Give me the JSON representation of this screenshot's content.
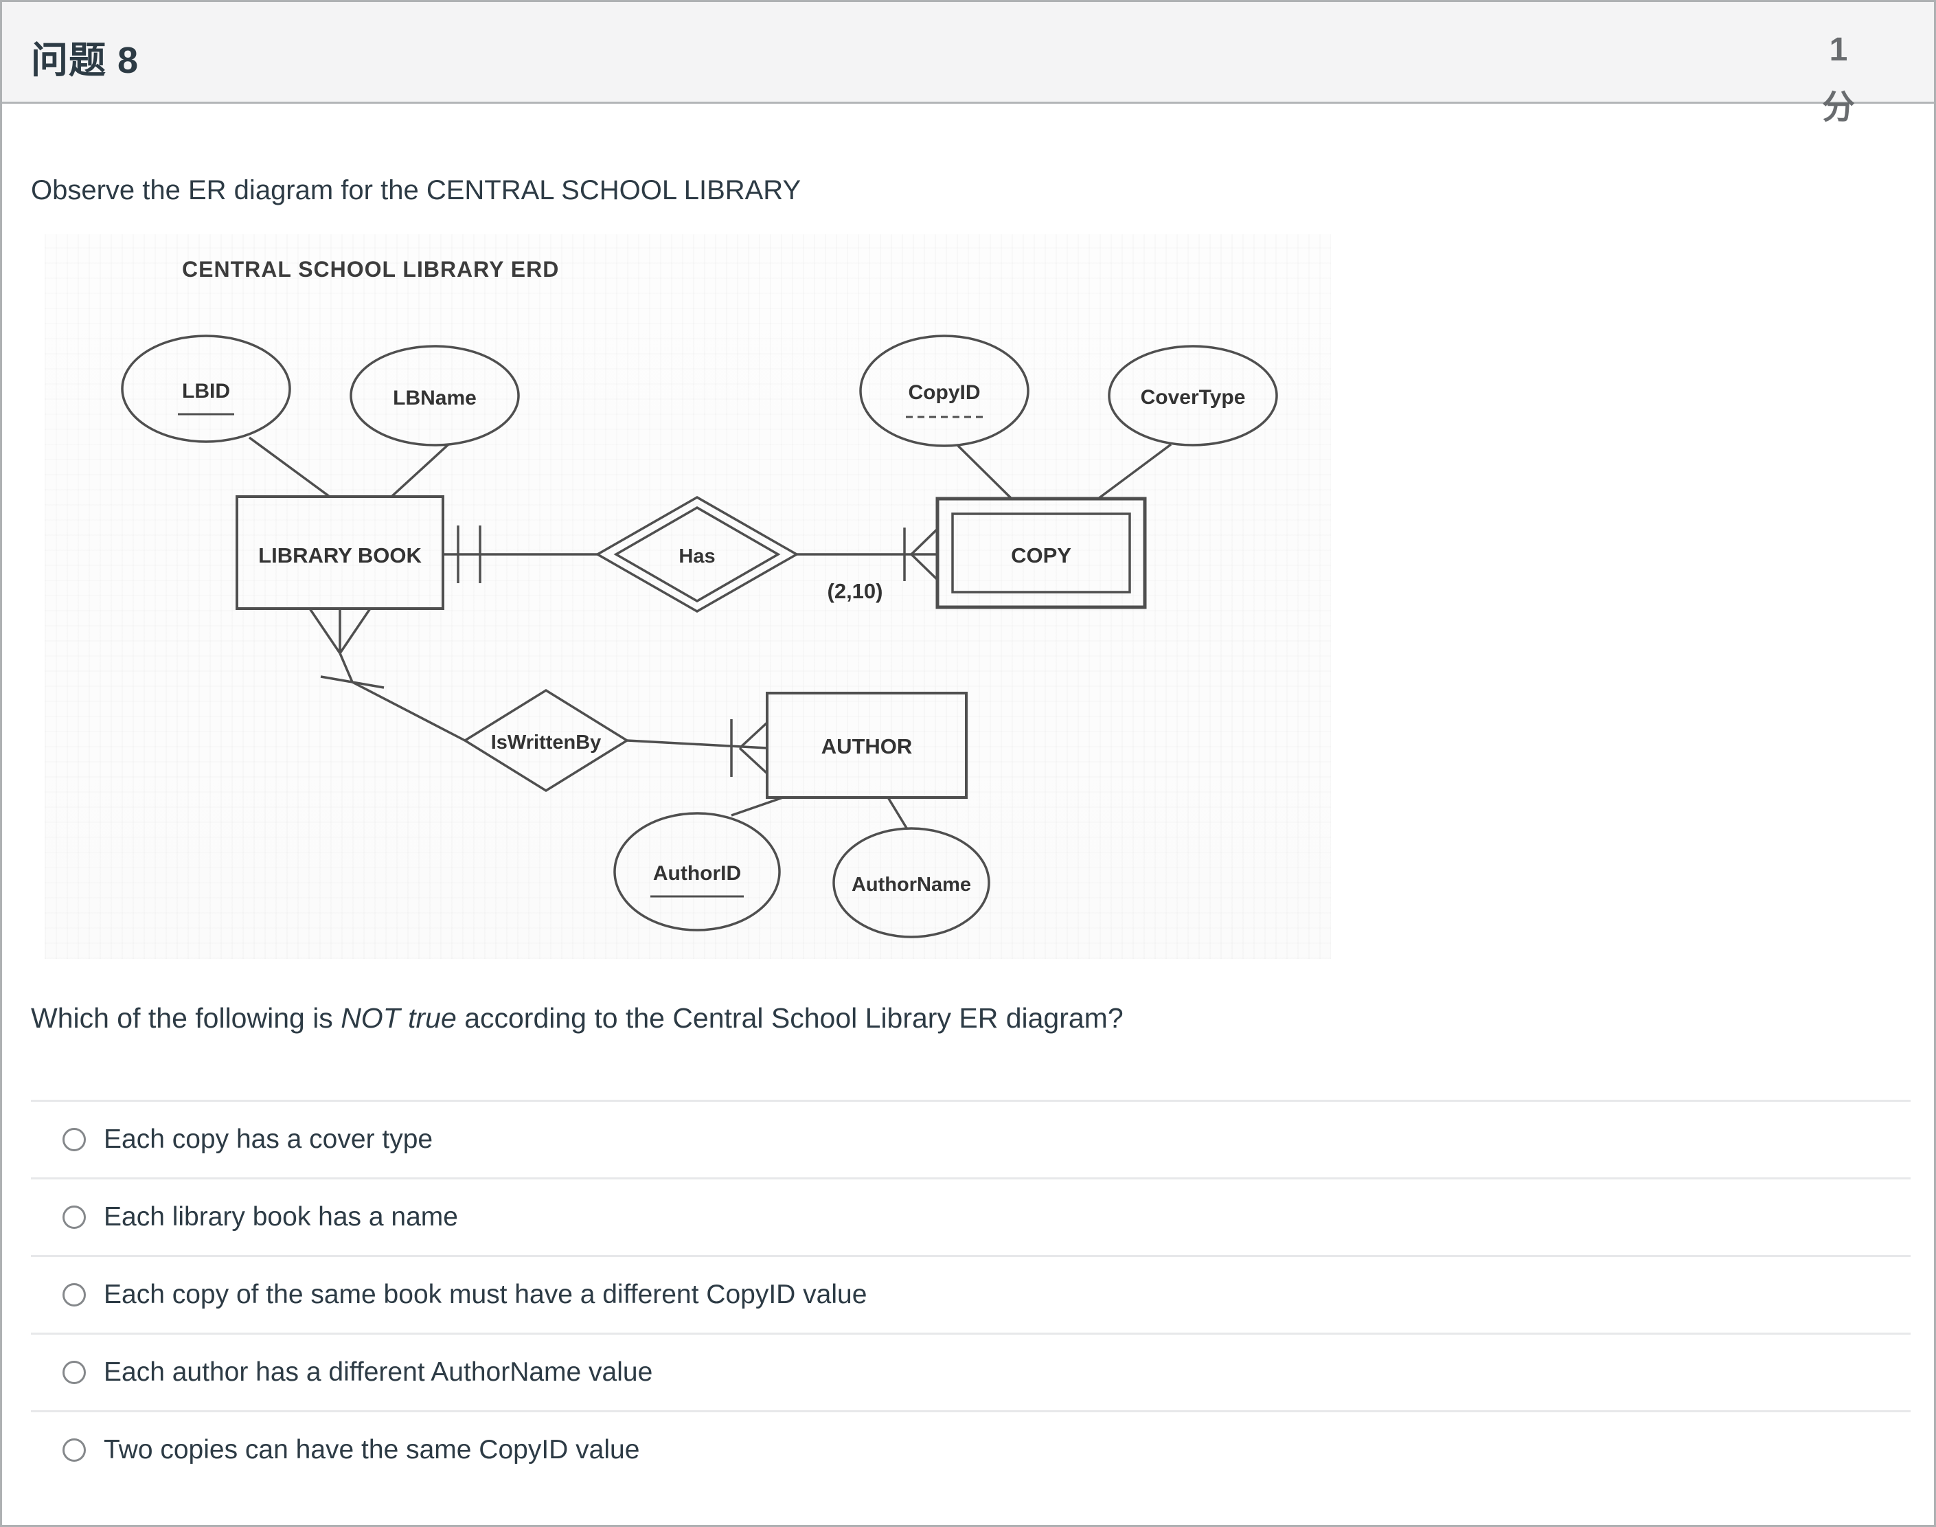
{
  "header": {
    "title": "问题 8",
    "points": "1 分"
  },
  "question": {
    "intro": "Observe the ER diagram for the CENTRAL SCHOOL LIBRARY",
    "prompt_prefix": "Which of the following is ",
    "prompt_emphasis": "NOT true",
    "prompt_suffix": " according to the Central School Library ER diagram?"
  },
  "diagram": {
    "title": "CENTRAL SCHOOL LIBRARY ERD",
    "entities": [
      {
        "label": "LIBRARY BOOK",
        "type": "strong entity"
      },
      {
        "label": "COPY",
        "type": "weak entity (double rectangle)"
      },
      {
        "label": "AUTHOR",
        "type": "strong entity"
      }
    ],
    "relationships": [
      {
        "label": "Has",
        "type": "identifying (double diamond)",
        "cardinality": "(2,10)"
      },
      {
        "label": "IsWrittenBy",
        "type": "regular"
      }
    ],
    "attributes": [
      {
        "label": "LBID",
        "key": "primary (solid underline)"
      },
      {
        "label": "LBName",
        "key": "none"
      },
      {
        "label": "CopyID",
        "key": "partial (dashed underline)"
      },
      {
        "label": "CoverType",
        "key": "none"
      },
      {
        "label": "AuthorID",
        "key": "primary (solid underline)"
      },
      {
        "label": "AuthorName",
        "key": "none"
      }
    ]
  },
  "options": [
    "Each copy has a cover type",
    "Each library book has a name",
    "Each copy of the same book must have a different CopyID value",
    "Each author has a different AuthorName value",
    "Two copies can have the same CopyID value"
  ]
}
